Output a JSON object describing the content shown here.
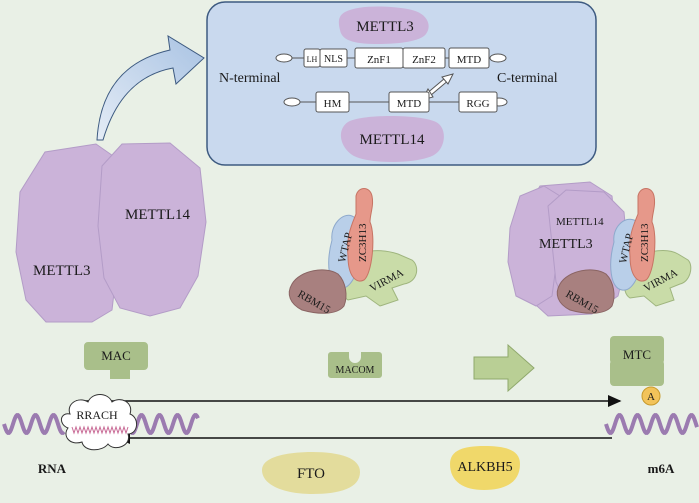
{
  "colors": {
    "background": "#e9f0e6",
    "panel": "#c9d9ee",
    "panel_border": "#3d5a80",
    "purple": "#cbb3d9",
    "purple_dark": "#b89ccc",
    "green_box": "#a9bf8a",
    "green_arrow": "#b9cf95",
    "wtap": "#b9cfe9",
    "zc3h13": "#e6988a",
    "virma": "#c9dca8",
    "rbm15": "#a8807f",
    "fto": "#e3dc9c",
    "alkbh5": "#f0d86a",
    "rna_wave": "#9b7bb0",
    "m6a_badge": "#f2c35a"
  },
  "domain_panel": {
    "protein_top": "METTL3",
    "protein_bottom": "METTL14",
    "n_terminal": "N-terminal",
    "c_terminal": "C-terminal",
    "top_domains": [
      "LH",
      "NLS",
      "ZnF1",
      "ZnF2",
      "MTD"
    ],
    "bottom_domains": [
      "HM",
      "MTD",
      "RGG"
    ]
  },
  "complexes": {
    "mac_left": {
      "a": "METTL3",
      "b": "METTL14"
    },
    "macom": {
      "wtap": "WTAP",
      "zc3h13": "ZC3H13",
      "virma": "VIRMA",
      "rbm15": "RBM15"
    },
    "mtc": {
      "a": "METTL3",
      "b": "METTL14",
      "wtap": "WTAP",
      "zc3h13": "ZC3H13",
      "virma": "VIRMA",
      "rbm15": "RBM15"
    }
  },
  "labels": {
    "mac": "MAC",
    "macom": "MACOM",
    "mtc": "MTC",
    "rrach": "RRACH",
    "m6a_badge": "A",
    "rna": "RNA",
    "m6a": "m6A",
    "fto": "FTO",
    "alkbh5": "ALKBH5"
  }
}
